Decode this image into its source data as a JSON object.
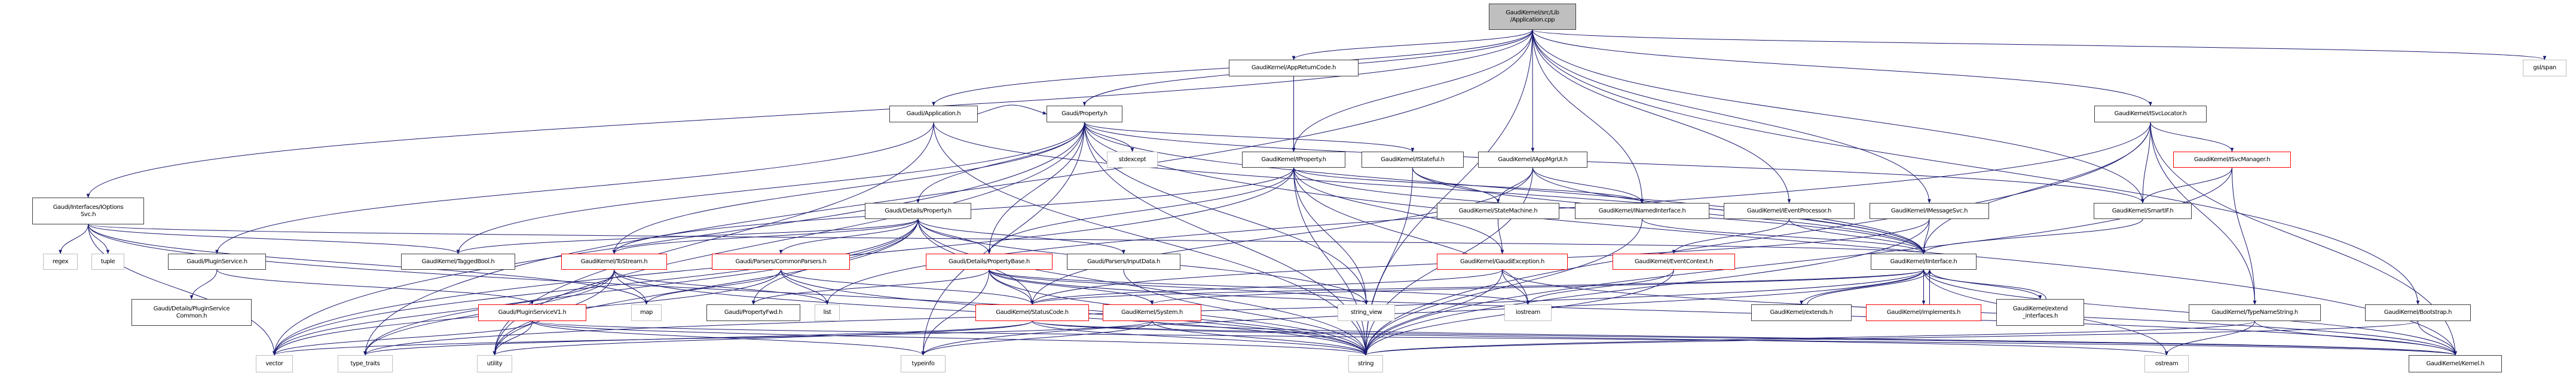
{
  "colors": {
    "edge": "#191970",
    "node_border": "#404040",
    "system_border": "#bfbfbf",
    "truncated_border": "#ff0000",
    "root_fill": "#bfbfbf"
  },
  "nodes": {
    "root": {
      "label": "GaudiKernel/src/Lib\n/Application.cpp",
      "kind": "root"
    },
    "appreturncode": {
      "label": "GaudiKernel/AppReturnCode.h",
      "kind": "file"
    },
    "gslspan": {
      "label": "gsl/span",
      "kind": "sys"
    },
    "application": {
      "label": "Gaudi/Application.h",
      "kind": "file"
    },
    "property": {
      "label": "Gaudi/Property.h",
      "kind": "file"
    },
    "isvclocator": {
      "label": "GaudiKernel/ISvcLocator.h",
      "kind": "file"
    },
    "ioptionssvc": {
      "label": "Gaudi/Interfaces/IOptions\nSvc.h",
      "kind": "file"
    },
    "stdexcept": {
      "label": "stdexcept",
      "kind": "sys"
    },
    "iproperty": {
      "label": "GaudiKernel/IProperty.h",
      "kind": "file"
    },
    "istateful": {
      "label": "GaudiKernel/IStateful.h",
      "kind": "file"
    },
    "iappmgrui": {
      "label": "GaudiKernel/IAppMgrUI.h",
      "kind": "file"
    },
    "isvcmanager": {
      "label": "GaudiKernel/ISvcManager.h",
      "kind": "red"
    },
    "detailsproperty": {
      "label": "Gaudi/Details/Property.h",
      "kind": "file"
    },
    "statemachine": {
      "label": "GaudiKernel/StateMachine.h",
      "kind": "file"
    },
    "inamedinterface": {
      "label": "GaudiKernel/INamedInterface.h",
      "kind": "file"
    },
    "ieventprocessor": {
      "label": "GaudiKernel/IEventProcessor.h",
      "kind": "file"
    },
    "imessagesvc": {
      "label": "GaudiKernel/IMessageSvc.h",
      "kind": "file"
    },
    "smartif": {
      "label": "GaudiKernel/SmartIF.h",
      "kind": "file"
    },
    "regex": {
      "label": "regex",
      "kind": "sys"
    },
    "tuple": {
      "label": "tuple",
      "kind": "sys"
    },
    "pluginservice": {
      "label": "Gaudi/PluginService.h",
      "kind": "file"
    },
    "taggedbool": {
      "label": "GaudiKernel/TaggedBool.h",
      "kind": "file"
    },
    "tostream": {
      "label": "GaudiKernel/ToStream.h",
      "kind": "red"
    },
    "commonparsers": {
      "label": "Gaudi/Parsers/CommonParsers.h",
      "kind": "red"
    },
    "propertybase": {
      "label": "Gaudi/Details/PropertyBase.h",
      "kind": "red"
    },
    "inputdata": {
      "label": "Gaudi/Parsers/InputData.h",
      "kind": "file"
    },
    "gaudiexception": {
      "label": "GaudiKernel/GaudiException.h",
      "kind": "red"
    },
    "eventcontext": {
      "label": "GaudiKernel/EventContext.h",
      "kind": "red"
    },
    "iinterface": {
      "label": "GaudiKernel/IInterface.h",
      "kind": "file"
    },
    "pluginservicecommon": {
      "label": "Gaudi/Details/PluginService\nCommon.h",
      "kind": "file"
    },
    "pluginservicev1": {
      "label": "Gaudi/PluginServiceV1.h",
      "kind": "red"
    },
    "map": {
      "label": "map",
      "kind": "sys"
    },
    "propertyfwd": {
      "label": "Gaudi/PropertyFwd.h",
      "kind": "file"
    },
    "list": {
      "label": "list",
      "kind": "sys"
    },
    "statuscode": {
      "label": "GaudiKernel/StatusCode.h",
      "kind": "red"
    },
    "system": {
      "label": "GaudiKernel/System.h",
      "kind": "red"
    },
    "string_view": {
      "label": "string_view",
      "kind": "sys"
    },
    "iostream": {
      "label": "iostream",
      "kind": "sys"
    },
    "extends": {
      "label": "GaudiKernel/extends.h",
      "kind": "file"
    },
    "implements": {
      "label": "GaudiKernel/implements.h",
      "kind": "red"
    },
    "extend_interfaces": {
      "label": "GaudiKernel/extend\n_interfaces.h",
      "kind": "file"
    },
    "typenamestring": {
      "label": "GaudiKernel/TypeNameString.h",
      "kind": "file"
    },
    "bootstrap": {
      "label": "GaudiKernel/Bootstrap.h",
      "kind": "file"
    },
    "vector": {
      "label": "vector",
      "kind": "sys"
    },
    "type_traits": {
      "label": "type_traits",
      "kind": "sys"
    },
    "utility": {
      "label": "utility",
      "kind": "sys"
    },
    "typeinfo": {
      "label": "typeinfo",
      "kind": "sys"
    },
    "string": {
      "label": "string",
      "kind": "sys"
    },
    "ostream": {
      "label": "ostream",
      "kind": "sys"
    },
    "kernel": {
      "label": "GaudiKernel/Kernel.h",
      "kind": "file"
    }
  },
  "edges": [
    [
      "root",
      "application"
    ],
    [
      "root",
      "appreturncode"
    ],
    [
      "root",
      "property"
    ],
    [
      "root",
      "iproperty"
    ],
    [
      "root",
      "iappmgrui"
    ],
    [
      "root",
      "inamedinterface"
    ],
    [
      "root",
      "ieventprocessor"
    ],
    [
      "root",
      "imessagesvc"
    ],
    [
      "root",
      "isvclocator"
    ],
    [
      "root",
      "gslspan"
    ],
    [
      "root",
      "bootstrap"
    ],
    [
      "root",
      "ioptionssvc"
    ],
    [
      "root",
      "type_traits"
    ],
    [
      "root",
      "string"
    ],
    [
      "root",
      "smartif"
    ],
    [
      "appreturncode",
      "iproperty"
    ],
    [
      "application",
      "property"
    ],
    [
      "application",
      "string"
    ],
    [
      "application",
      "pluginservice"
    ],
    [
      "application",
      "iinterface"
    ],
    [
      "application",
      "utility"
    ],
    [
      "property",
      "detailsproperty"
    ],
    [
      "property",
      "propertybase"
    ],
    [
      "property",
      "stdexcept"
    ],
    [
      "property",
      "istateful"
    ],
    [
      "property",
      "taggedbool"
    ],
    [
      "property",
      "tostream"
    ],
    [
      "property",
      "string"
    ],
    [
      "property",
      "string_view"
    ],
    [
      "property",
      "typeinfo"
    ],
    [
      "property",
      "utility"
    ],
    [
      "property",
      "smartif"
    ],
    [
      "property",
      "iinterface"
    ],
    [
      "property",
      "kernel"
    ],
    [
      "property",
      "vector"
    ],
    [
      "iproperty",
      "inamedinterface"
    ],
    [
      "iproperty",
      "gaudiexception"
    ],
    [
      "iproperty",
      "iinterface"
    ],
    [
      "iproperty",
      "string"
    ],
    [
      "iproperty",
      "string_view"
    ],
    [
      "iproperty",
      "iostream"
    ],
    [
      "iproperty",
      "propertybase"
    ],
    [
      "iproperty",
      "tostream"
    ],
    [
      "iproperty",
      "vector"
    ],
    [
      "istateful",
      "statemachine"
    ],
    [
      "istateful",
      "iinterface"
    ],
    [
      "istateful",
      "string"
    ],
    [
      "iappmgrui",
      "statemachine"
    ],
    [
      "iappmgrui",
      "inamedinterface"
    ],
    [
      "iappmgrui",
      "statuscode"
    ],
    [
      "iappmgrui",
      "iinterface"
    ],
    [
      "iappmgrui",
      "string"
    ],
    [
      "statemachine",
      "gaudiexception"
    ],
    [
      "inamedinterface",
      "iinterface"
    ],
    [
      "inamedinterface",
      "string"
    ],
    [
      "ieventprocessor",
      "eventcontext"
    ],
    [
      "ieventprocessor",
      "iinterface"
    ],
    [
      "imessagesvc",
      "iinterface"
    ],
    [
      "imessagesvc",
      "string"
    ],
    [
      "imessagesvc",
      "statuscode"
    ],
    [
      "isvclocator",
      "isvcmanager"
    ],
    [
      "isvclocator",
      "smartif"
    ],
    [
      "isvclocator",
      "iinterface"
    ],
    [
      "isvclocator",
      "typenamestring"
    ],
    [
      "isvclocator",
      "string"
    ],
    [
      "isvclocator",
      "kernel"
    ],
    [
      "isvclocator",
      "list"
    ],
    [
      "isvcmanager",
      "smartif"
    ],
    [
      "isvcmanager",
      "typenamestring"
    ],
    [
      "isvcmanager",
      "string"
    ],
    [
      "smartif",
      "iinterface"
    ],
    [
      "iinterface",
      "implements"
    ],
    [
      "iinterface",
      "extends"
    ],
    [
      "iinterface",
      "extend_interfaces"
    ],
    [
      "iinterface",
      "statuscode"
    ],
    [
      "iinterface",
      "system"
    ],
    [
      "iinterface",
      "kernel"
    ],
    [
      "iinterface",
      "ostream"
    ],
    [
      "iinterface",
      "type_traits"
    ],
    [
      "iinterface",
      "typeinfo"
    ],
    [
      "implements",
      "iinterface"
    ],
    [
      "extends",
      "iinterface"
    ],
    [
      "extend_interfaces",
      "iinterface"
    ],
    [
      "typenamestring",
      "ostream"
    ],
    [
      "typenamestring",
      "string"
    ],
    [
      "typenamestring",
      "kernel"
    ],
    [
      "bootstrap",
      "kernel"
    ],
    [
      "bootstrap",
      "string"
    ],
    [
      "gaudiexception",
      "string"
    ],
    [
      "gaudiexception",
      "iostream"
    ],
    [
      "gaudiexception",
      "statuscode"
    ],
    [
      "gaudiexception",
      "kernel"
    ],
    [
      "eventcontext",
      "iostream"
    ],
    [
      "eventcontext",
      "string"
    ],
    [
      "detailsproperty",
      "tostream"
    ],
    [
      "detailsproperty",
      "commonparsers"
    ],
    [
      "detailsproperty",
      "propertybase"
    ],
    [
      "detailsproperty",
      "inputdata"
    ],
    [
      "detailsproperty",
      "taggedbool"
    ],
    [
      "detailsproperty",
      "propertyfwd"
    ],
    [
      "detailsproperty",
      "statuscode"
    ],
    [
      "detailsproperty",
      "string"
    ],
    [
      "detailsproperty",
      "utility"
    ],
    [
      "detailsproperty",
      "vector"
    ],
    [
      "detailsproperty",
      "type_traits"
    ],
    [
      "detailsproperty",
      "string_view"
    ],
    [
      "propertybase",
      "statuscode"
    ],
    [
      "propertybase",
      "system"
    ],
    [
      "propertybase",
      "propertyfwd"
    ],
    [
      "propertybase",
      "typeinfo"
    ],
    [
      "propertybase",
      "string"
    ],
    [
      "propertybase",
      "string_view"
    ],
    [
      "propertybase",
      "iostream"
    ],
    [
      "propertybase",
      "kernel"
    ],
    [
      "tostream",
      "map"
    ],
    [
      "tostream",
      "list"
    ],
    [
      "tostream",
      "vector"
    ],
    [
      "tostream",
      "string"
    ],
    [
      "tostream",
      "utility"
    ],
    [
      "tostream",
      "type_traits"
    ],
    [
      "commonparsers",
      "map"
    ],
    [
      "commonparsers",
      "list"
    ],
    [
      "commonparsers",
      "statuscode"
    ],
    [
      "commonparsers",
      "vector"
    ],
    [
      "commonparsers",
      "string"
    ],
    [
      "inputdata",
      "string"
    ],
    [
      "statuscode",
      "string"
    ],
    [
      "statuscode",
      "ostream"
    ],
    [
      "statuscode",
      "utility"
    ],
    [
      "statuscode",
      "kernel"
    ],
    [
      "statuscode",
      "type_traits"
    ],
    [
      "system",
      "string"
    ],
    [
      "system",
      "typeinfo"
    ],
    [
      "system",
      "kernel"
    ],
    [
      "system",
      "vector"
    ],
    [
      "ioptionssvc",
      "regex"
    ],
    [
      "ioptionssvc",
      "tuple"
    ],
    [
      "ioptionssvc",
      "vector"
    ],
    [
      "ioptionssvc",
      "taggedbool"
    ],
    [
      "ioptionssvc",
      "iinterface"
    ],
    [
      "ioptionssvc",
      "string"
    ],
    [
      "ioptionssvc",
      "map"
    ],
    [
      "pluginservice",
      "pluginservicecommon"
    ],
    [
      "pluginservice",
      "pluginservicev1"
    ],
    [
      "pluginservicev1",
      "utility"
    ],
    [
      "pluginservicev1",
      "typeinfo"
    ],
    [
      "pluginservicev1",
      "string"
    ],
    [
      "pluginservicev1",
      "kernel"
    ],
    [
      "pluginservicev1",
      "vector"
    ]
  ]
}
